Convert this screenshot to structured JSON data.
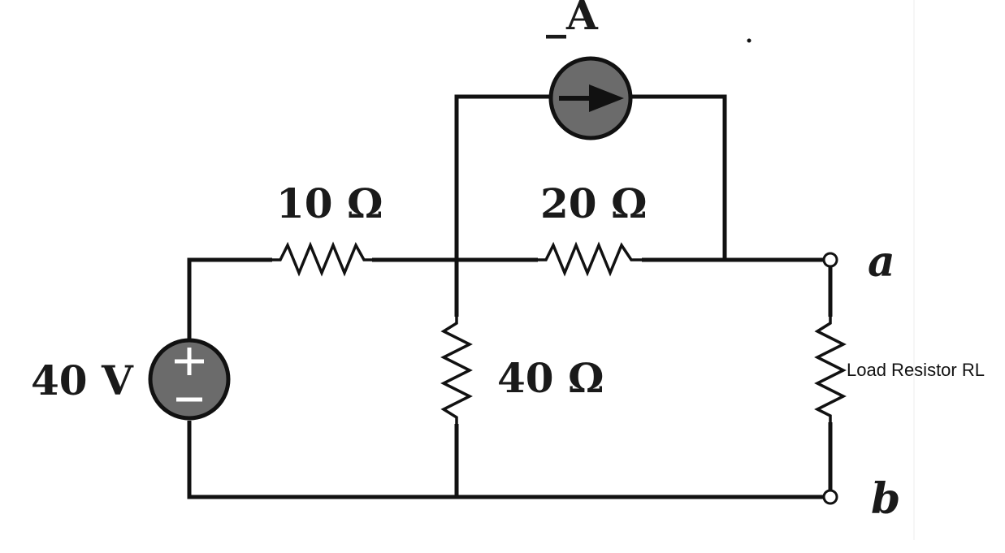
{
  "components": {
    "voltage_source": {
      "value": "40 V"
    },
    "resistor_1": {
      "value": "10 Ω"
    },
    "resistor_2": {
      "value": "20 Ω"
    },
    "resistor_3": {
      "value": "40 Ω"
    },
    "current_source": {
      "value": "_A"
    },
    "load_resistor": {
      "label": "Load Resistor RL"
    }
  },
  "nodes": {
    "a": "a",
    "b": "b"
  },
  "colors": {
    "wire": "#111111",
    "source_fill": "#6b6b6b",
    "text": "#1a1a1a",
    "background": "#ffffff"
  }
}
